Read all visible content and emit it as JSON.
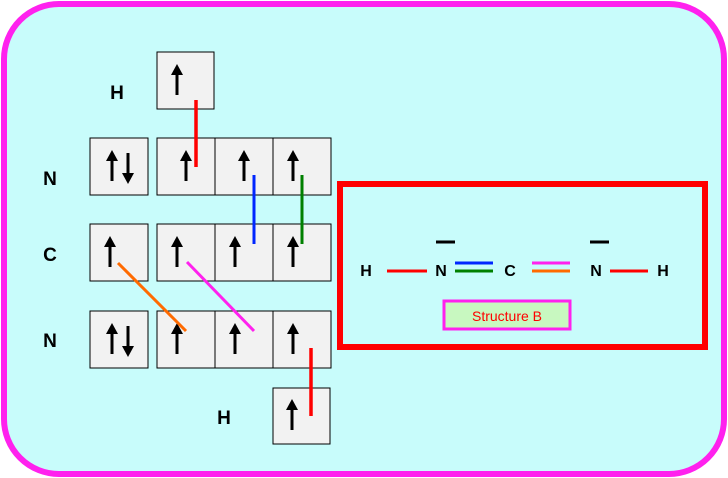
{
  "colors": {
    "panel_fill": "#c8fcfb",
    "panel_border": "#ff21ee",
    "box_fill": "#f2f2f2",
    "box_border": "#000000",
    "structure_border": "#ff0000",
    "caption_fill": "#c8f8c0",
    "caption_border": "#ff21ee",
    "caption_text": "#ff0000",
    "bond_red": "#ff0000",
    "bond_blue": "#0026ff",
    "bond_green": "#008000",
    "bond_orange": "#ff6a00",
    "bond_magenta": "#ff21ee"
  },
  "orbital_diagram": {
    "labels": {
      "h_top": "H",
      "n_top": "N",
      "c_mid": "C",
      "n_bottom": "N",
      "h_bottom": "H"
    },
    "arrow_icons": {
      "single_up": "up-arrow-icon",
      "pair": "up-down-arrow-pair-icon"
    }
  },
  "structure_b": {
    "atoms": {
      "h_left": "H",
      "n_left": "N",
      "c": "C",
      "n_right": "N",
      "h_right": "H"
    },
    "caption": "Structure B"
  }
}
